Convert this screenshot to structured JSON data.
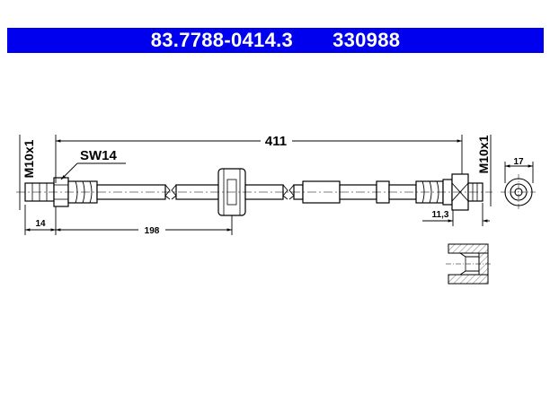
{
  "header": {
    "part_number": "83.7788-0414.3",
    "ref_number": "330988",
    "background_color": "#0000ee",
    "text_color": "#ffffff"
  },
  "drawing": {
    "overall_length": "411",
    "wrench_size": "SW14",
    "left_thread": "M10x1",
    "right_thread": "M10x1",
    "left_fitting_length": "14",
    "left_to_bracket": "198",
    "right_fitting_length": "11,3",
    "end_view_diameter": "17",
    "line_color": "#000000",
    "hatch_color": "#888888"
  }
}
